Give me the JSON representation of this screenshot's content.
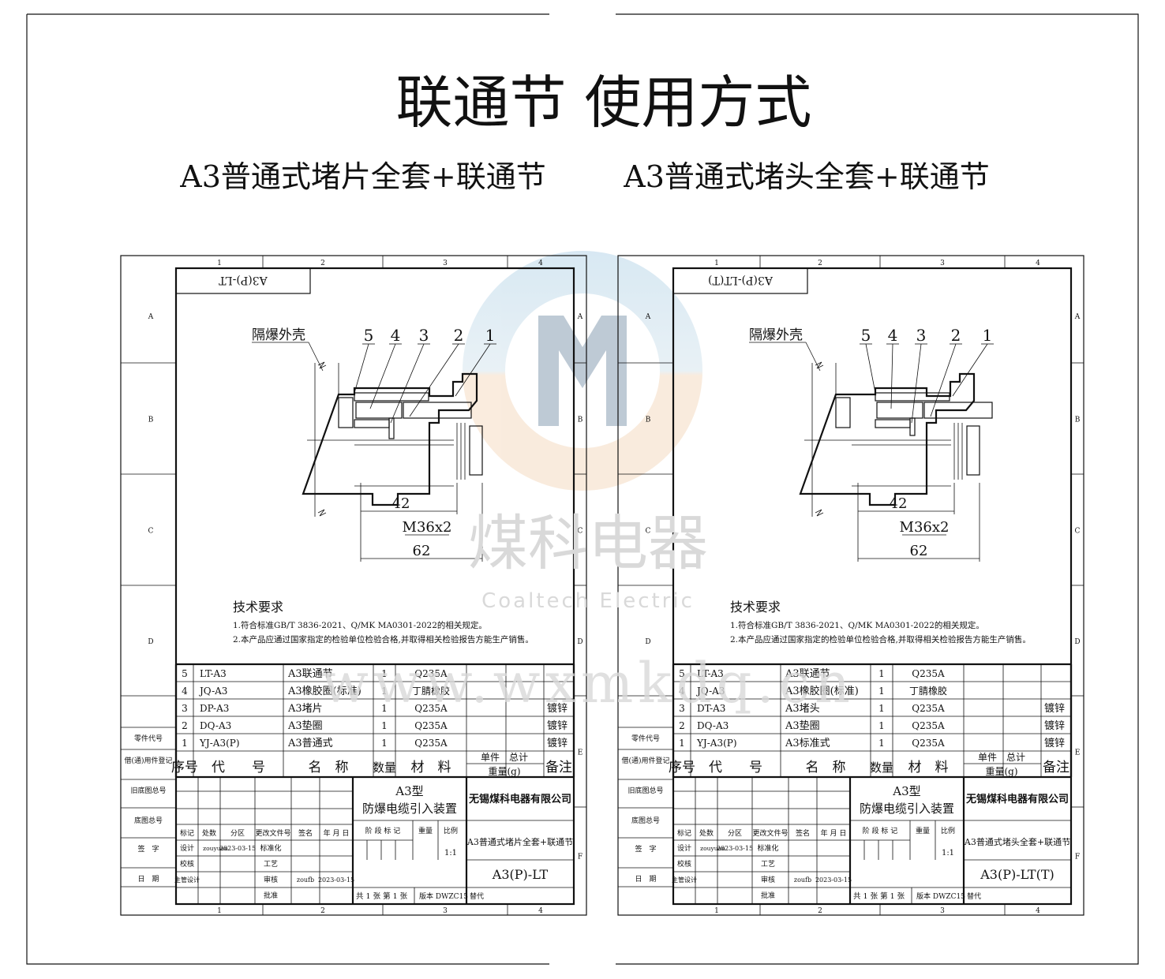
{
  "title": "联通节 使用方式",
  "subtitle_left": "A3普通式堵片全套+联通节",
  "subtitle_right": "A3普通式堵头全套+联通节",
  "watermark": {
    "cn": "煤科电器",
    "en": "Coaltech Electric",
    "url": "www.wxmkdq.cn",
    "colors": {
      "top": "#b9d7ea",
      "bottom": "#f5dcc3",
      "mark": "#8aa0b4"
    }
  },
  "shared": {
    "col_nums": [
      "1",
      "2",
      "3",
      "4"
    ],
    "row_letters": [
      "A",
      "B",
      "C",
      "D",
      "E",
      "F"
    ],
    "callout_label": "隔爆外壳",
    "callouts": [
      "5",
      "4",
      "3",
      "2",
      "1"
    ],
    "dims": {
      "d42": "42",
      "thread": "M36x2",
      "d62": "62"
    },
    "tech_title": "技术要求",
    "tech_lines": [
      "1.符合标准GB/T 3836-2021、Q/MK MA0301-2022的相关规定。",
      "2.本产品应通过国家指定的检验单位检验合格,并取得相关检验报告方能生产销售。"
    ],
    "header": {
      "seq": "序号",
      "code": "代　　号",
      "name": "名　称",
      "qty": "数量",
      "material": "材　料",
      "unit_w": "单件　总计",
      "weight": "重量(g)",
      "remark": "备注"
    },
    "left_labels": [
      "零件代号",
      "借(通)用件登记",
      "旧底图总号",
      "底图总号",
      "签　字",
      "日　期"
    ],
    "product_line1": "A3型",
    "product_line2": "防爆电缆引入装置",
    "company": "无锡煤科电器有限公司",
    "tb_labels": {
      "mark": "标记",
      "count": "处数",
      "zone": "分区",
      "doc": "更改文件号",
      "sign": "签名",
      "date": "年 月 日",
      "design": "设计",
      "check": "校核",
      "lead": "主管设计",
      "std": "标准化",
      "craft": "工艺",
      "review": "审核",
      "approve": "批准",
      "stage": "阶 段 标 记",
      "weight": "重量",
      "scale": "比例"
    },
    "designer": "zouyuan",
    "design_date": "2023-03-15",
    "reviewer": "zoufb",
    "review_date": "2023-03-15",
    "scale": "1:1",
    "sheets": "共 1 张  第 1 张",
    "version": "版本 DWZC15",
    "supersede": "替代"
  },
  "sheets": [
    {
      "stamp": "A3(P)-LT",
      "drawing_name": "A3普通式堵片全套+联通节",
      "drawing_no": "A3(P)-LT",
      "parts": [
        {
          "seq": "5",
          "code": "LT-A3",
          "name": "A3联通节",
          "qty": "1",
          "material": "Q235A",
          "remark": ""
        },
        {
          "seq": "4",
          "code": "JQ-A3",
          "name": "A3橡胶圈(标准)",
          "qty": "1",
          "material": "丁腈橡胶",
          "remark": ""
        },
        {
          "seq": "3",
          "code": "DP-A3",
          "name": "A3堵片",
          "qty": "1",
          "material": "Q235A",
          "remark": "镀锌"
        },
        {
          "seq": "2",
          "code": "DQ-A3",
          "name": "A3垫圈",
          "qty": "1",
          "material": "Q235A",
          "remark": "镀锌"
        },
        {
          "seq": "1",
          "code": "YJ-A3(P)",
          "name": "A3普通式",
          "qty": "1",
          "material": "Q235A",
          "remark": "镀锌"
        }
      ]
    },
    {
      "stamp": "A3(P)-LT(T)",
      "drawing_name": "A3普通式堵头全套+联通节",
      "drawing_no": "A3(P)-LT(T)",
      "parts": [
        {
          "seq": "5",
          "code": "LT-A3",
          "name": "A3联通节",
          "qty": "1",
          "material": "Q235A",
          "remark": ""
        },
        {
          "seq": "4",
          "code": "JQ-A3",
          "name": "A3橡胶圈(标准)",
          "qty": "1",
          "material": "丁腈橡胶",
          "remark": ""
        },
        {
          "seq": "3",
          "code": "DT-A3",
          "name": "A3堵头",
          "qty": "1",
          "material": "Q235A",
          "remark": "镀锌"
        },
        {
          "seq": "2",
          "code": "DQ-A3",
          "name": "A3垫圈",
          "qty": "1",
          "material": "Q235A",
          "remark": "镀锌"
        },
        {
          "seq": "1",
          "code": "YJ-A3(P)",
          "name": "A3标准式",
          "qty": "1",
          "material": "Q235A",
          "remark": "镀锌"
        }
      ]
    }
  ]
}
